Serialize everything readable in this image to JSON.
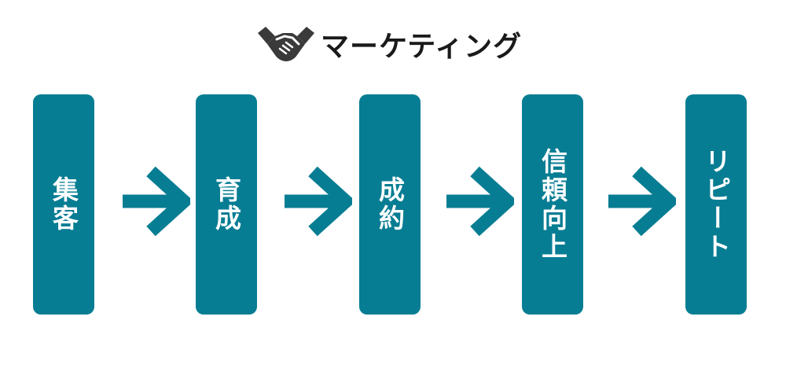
{
  "header": {
    "title": "マーケティング",
    "icon": "handshake-icon"
  },
  "steps": [
    {
      "label": "集客"
    },
    {
      "label": "育成"
    },
    {
      "label": "成約"
    },
    {
      "label": "信頼向上"
    },
    {
      "label": "リピート"
    }
  ],
  "colors": {
    "box": "#077d93",
    "arrow": "#077d93",
    "title": "#1a1a1a",
    "icon": "#3a3a3a"
  }
}
